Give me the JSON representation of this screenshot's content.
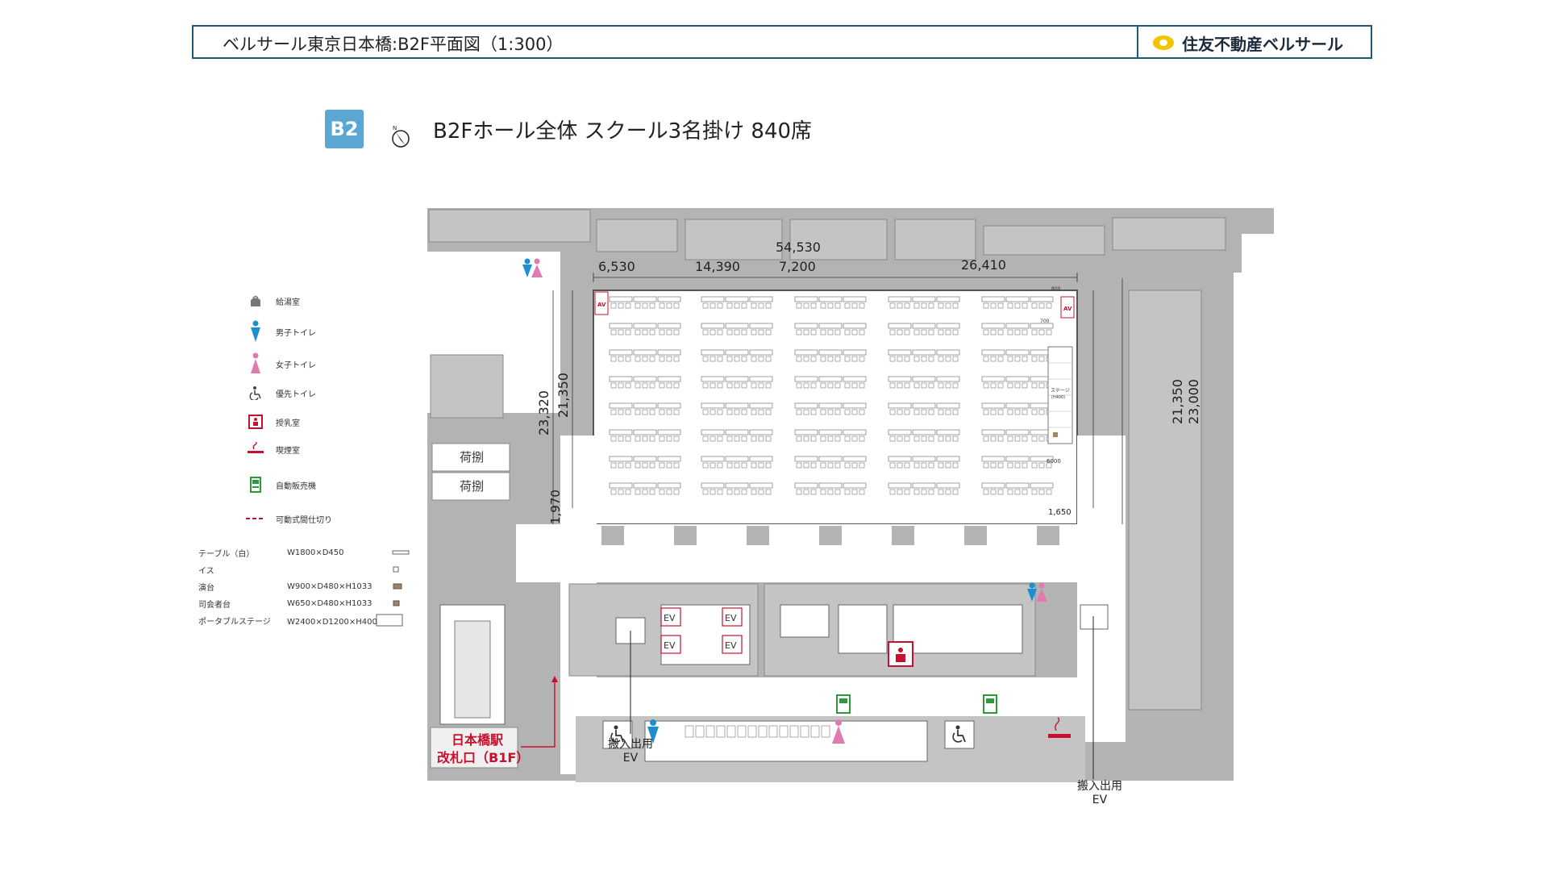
{
  "header": {
    "title": "ベルサール東京日本橋:B2F平面図（1:300）",
    "logo_text": "住友不動産ベルサール",
    "logo_color": "#f2c500",
    "border_color": "#1e5a78"
  },
  "plan": {
    "floor_badge": "B2",
    "north_label": "N",
    "title": "B2Fホール全体 スクール3名掛け 840席",
    "badge_color": "#5aa7d3"
  },
  "legend": [
    {
      "icon": "kettle-icon",
      "label": "給湯室"
    },
    {
      "icon": "male-toilet-icon",
      "label": "男子トイレ"
    },
    {
      "icon": "female-toilet-icon",
      "label": "女子トイレ"
    },
    {
      "icon": "accessible-toilet-icon",
      "label": "優先トイレ"
    },
    {
      "icon": "nursing-room-icon",
      "label": "授乳室"
    },
    {
      "icon": "smoking-room-icon",
      "label": "喫煙室"
    },
    {
      "icon": "vending-machine-icon",
      "label": "自動販売機"
    },
    {
      "icon": "movable-partition-icon",
      "label": "可動式間仕切り"
    }
  ],
  "furniture": [
    {
      "name": "テーブル（白）",
      "size": "W1800×D450"
    },
    {
      "name": "イス",
      "size": ""
    },
    {
      "name": "演台",
      "size": "W900×D480×H1033"
    },
    {
      "name": "司会者台",
      "size": "W650×D480×H1033"
    },
    {
      "name": "ポータブルステージ",
      "size": "W2400×D1200×H400・600"
    }
  ],
  "dimensions": {
    "total_width": "54,530",
    "d1": "6,530",
    "d2": "14,390",
    "d3": "7,200",
    "d4": "26,410",
    "left_outer": "23,320",
    "left_inner": "21,350",
    "right_inner": "21,350",
    "right_outer": "23,000",
    "corridor": "1,970",
    "right_gap": "1,650",
    "stage_width": "6000",
    "top_small": "800",
    "side_small": "700"
  },
  "rooms": {
    "storage1": "荷捌",
    "storage2": "荷捌",
    "stage_label": "ステージ",
    "stage_sub": "(H400)",
    "av": "AV",
    "ev": "EV",
    "service_ev": "搬入出用",
    "service_ev2": "EV",
    "station_exit_line1": "日本橋駅",
    "station_exit_line2": "改札口（B1F）"
  },
  "colors": {
    "wall": "#b3b3b3",
    "wall_dark": "#9a9a9a",
    "hall": "#ffffff",
    "accent_red": "#c8102e",
    "male_blue": "#1d8fcf",
    "female_pink": "#e07ab0",
    "vending_green": "#2e9a3e"
  }
}
